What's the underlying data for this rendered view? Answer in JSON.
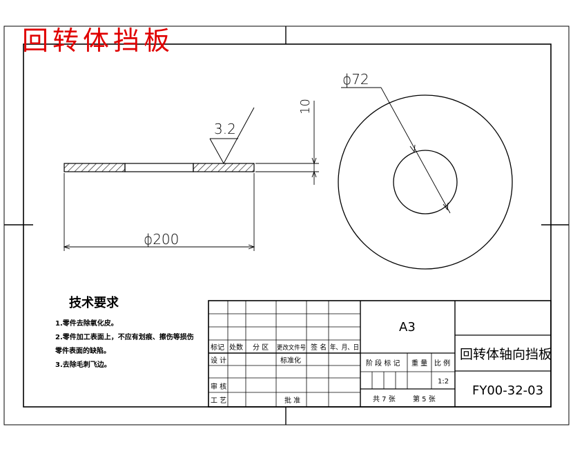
{
  "header": {
    "title": "回转体挡板"
  },
  "drawing": {
    "dims": {
      "outer_dia": "ϕ200",
      "inner_dia": "ϕ72",
      "thickness": "10",
      "roughness": "3.2"
    }
  },
  "tech_req": {
    "heading": "技术要求",
    "items": [
      "1.零件去除氧化皮。",
      "2.零件加工表面上，不应有划痕、擦伤等损伤",
      "零件表面的缺陷。",
      "3.去除毛刺飞边。"
    ]
  },
  "title_block": {
    "sheet_size": "A3",
    "part_name": "回转体轴向挡板",
    "drawing_no": "FY00-32-03",
    "scale": "1:2",
    "sheets_total": "共 7 张",
    "sheet_no": "第 5 张",
    "rev_headers": [
      "标记",
      "处数",
      "分 区",
      "更改文件号",
      "签 名",
      "年、月、日"
    ],
    "row_labels": {
      "design": "设 计",
      "standard": "标准化",
      "review": "审 核",
      "process": "工 艺",
      "approve": "批 准"
    },
    "stage_headers": [
      "阶 段 标 记",
      "重 量",
      "比 例"
    ]
  }
}
